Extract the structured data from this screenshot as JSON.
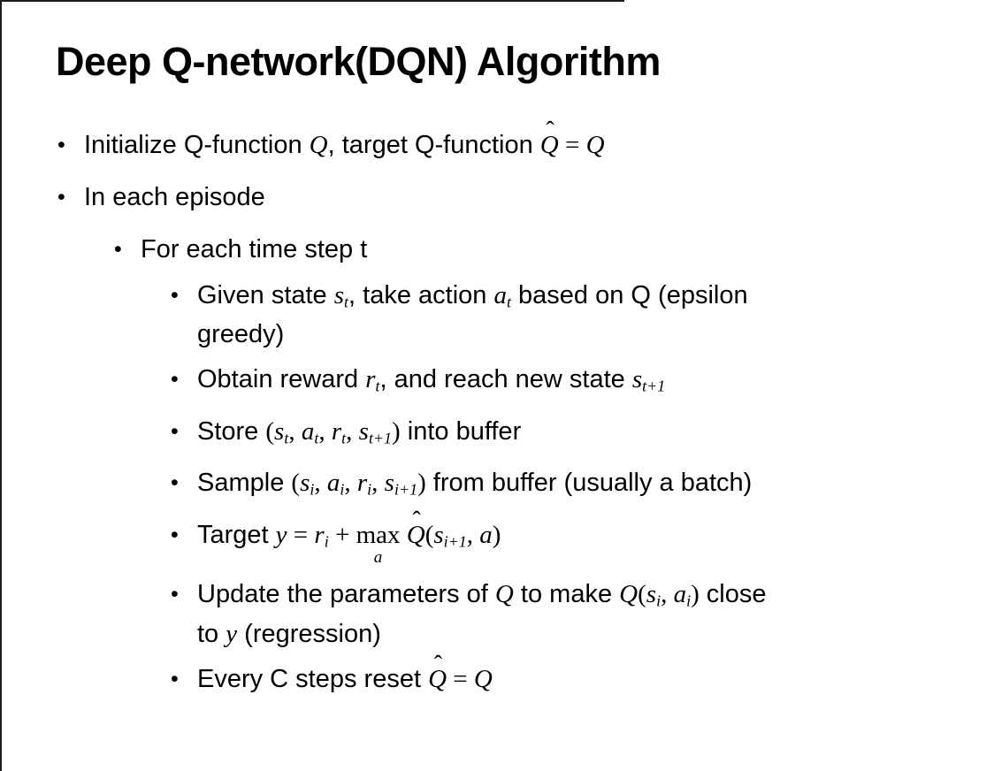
{
  "title": "Deep Q-network(DQN) Algorithm",
  "colors": {
    "background": "#ffffff",
    "text": "#000000",
    "border": "#1c1c1c"
  },
  "slide": {
    "bullet_char": "•",
    "notation": {
      "hat": "ˆ"
    },
    "bullets": [
      {
        "level": 1,
        "segments": [
          {
            "style": "p",
            "text": "Initialize Q-function "
          },
          {
            "style": "m",
            "text": "Q"
          },
          {
            "style": "p",
            "text": ", target Q-function "
          },
          {
            "style": "hat",
            "text": "Q"
          },
          {
            "style": "mu",
            "text": " = "
          },
          {
            "style": "m",
            "text": "Q"
          }
        ]
      },
      {
        "level": 1,
        "segments": [
          {
            "style": "p",
            "text": "In each episode"
          }
        ]
      },
      {
        "level": 2,
        "segments": [
          {
            "style": "p",
            "text": "For each time step t"
          }
        ]
      },
      {
        "level": 3,
        "segments": [
          {
            "style": "p",
            "text": "Given state "
          },
          {
            "style": "m",
            "text": "s"
          },
          {
            "style": "ms",
            "text": "t"
          },
          {
            "style": "p",
            "text": ", take action "
          },
          {
            "style": "m",
            "text": "a"
          },
          {
            "style": "ms",
            "text": "t"
          },
          {
            "style": "p",
            "text": " based on Q (epsilon"
          },
          {
            "style": "br"
          },
          {
            "style": "p",
            "text": "greedy)"
          }
        ]
      },
      {
        "level": 3,
        "segments": [
          {
            "style": "p",
            "text": "Obtain reward "
          },
          {
            "style": "m",
            "text": "r"
          },
          {
            "style": "ms",
            "text": "t"
          },
          {
            "style": "p",
            "text": ", and reach new state "
          },
          {
            "style": "m",
            "text": "s"
          },
          {
            "style": "ms",
            "text": "t+1"
          }
        ]
      },
      {
        "level": 3,
        "segments": [
          {
            "style": "p",
            "text": "Store "
          },
          {
            "style": "mu",
            "text": "("
          },
          {
            "style": "m",
            "text": "s"
          },
          {
            "style": "ms",
            "text": "t"
          },
          {
            "style": "mu",
            "text": ", "
          },
          {
            "style": "m",
            "text": "a"
          },
          {
            "style": "ms",
            "text": "t"
          },
          {
            "style": "mu",
            "text": ", "
          },
          {
            "style": "m",
            "text": "r"
          },
          {
            "style": "ms",
            "text": "t"
          },
          {
            "style": "mu",
            "text": ", "
          },
          {
            "style": "m",
            "text": "s"
          },
          {
            "style": "ms",
            "text": "t+1"
          },
          {
            "style": "mu",
            "text": ")"
          },
          {
            "style": "p",
            "text": " into buffer"
          }
        ]
      },
      {
        "level": 3,
        "segments": [
          {
            "style": "p",
            "text": "Sample "
          },
          {
            "style": "mu",
            "text": "("
          },
          {
            "style": "m",
            "text": "s"
          },
          {
            "style": "ms",
            "text": "i"
          },
          {
            "style": "mu",
            "text": ", "
          },
          {
            "style": "m",
            "text": "a"
          },
          {
            "style": "ms",
            "text": "i"
          },
          {
            "style": "mu",
            "text": ", "
          },
          {
            "style": "m",
            "text": "r"
          },
          {
            "style": "ms",
            "text": "i"
          },
          {
            "style": "mu",
            "text": ", "
          },
          {
            "style": "m",
            "text": "s"
          },
          {
            "style": "ms",
            "text": "i+1"
          },
          {
            "style": "mu",
            "text": ")"
          },
          {
            "style": "p",
            "text": " from buffer (usually a batch)"
          }
        ]
      },
      {
        "level": 3,
        "segments": [
          {
            "style": "p",
            "text": "Target "
          },
          {
            "style": "m",
            "text": "y"
          },
          {
            "style": "mu",
            "text": " = "
          },
          {
            "style": "m",
            "text": "r"
          },
          {
            "style": "ms",
            "text": "i"
          },
          {
            "style": "mu",
            "text": " + "
          },
          {
            "style": "max",
            "text": "max",
            "under": "a"
          },
          {
            "style": "mu",
            "text": " "
          },
          {
            "style": "hat",
            "text": "Q"
          },
          {
            "style": "mu",
            "text": "("
          },
          {
            "style": "m",
            "text": "s"
          },
          {
            "style": "ms",
            "text": "i+1"
          },
          {
            "style": "mu",
            "text": ", "
          },
          {
            "style": "m",
            "text": "a"
          },
          {
            "style": "mu",
            "text": ")"
          }
        ]
      },
      {
        "level": 3,
        "segments": [
          {
            "style": "p",
            "text": "Update the parameters of "
          },
          {
            "style": "m",
            "text": "Q"
          },
          {
            "style": "p",
            "text": " to make "
          },
          {
            "style": "m",
            "text": "Q"
          },
          {
            "style": "mu",
            "text": "("
          },
          {
            "style": "m",
            "text": "s"
          },
          {
            "style": "ms",
            "text": "i"
          },
          {
            "style": "mu",
            "text": ", "
          },
          {
            "style": "m",
            "text": "a"
          },
          {
            "style": "ms",
            "text": "i"
          },
          {
            "style": "mu",
            "text": ")"
          },
          {
            "style": "p",
            "text": " close"
          },
          {
            "style": "br"
          },
          {
            "style": "p",
            "text": "to "
          },
          {
            "style": "m",
            "text": "y"
          },
          {
            "style": "p",
            "text": " (regression)"
          }
        ]
      },
      {
        "level": 3,
        "segments": [
          {
            "style": "p",
            "text": "Every C steps reset "
          },
          {
            "style": "hat",
            "text": "Q"
          },
          {
            "style": "mu",
            "text": " = "
          },
          {
            "style": "m",
            "text": "Q"
          }
        ]
      }
    ]
  }
}
